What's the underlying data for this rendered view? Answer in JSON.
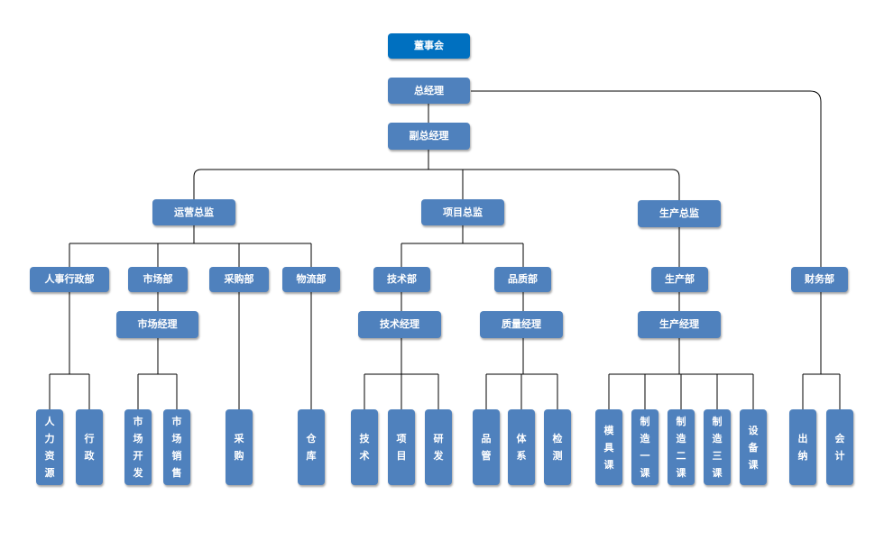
{
  "chart": {
    "board": "董事会",
    "gm": "总经理",
    "vgm": "副总经理",
    "ops_director": "运营总监",
    "project_director": "项目总监",
    "production_director": "生产总监",
    "finance_dept": "财务部",
    "hr_admin_dept": "人事行政部",
    "market_dept": "市场部",
    "purchase_dept": "采购部",
    "logistics_dept": "物流部",
    "tech_dept": "技术部",
    "quality_dept": "品质部",
    "production_dept": "生产部",
    "market_manager": "市场经理",
    "tech_manager": "技术经理",
    "quality_manager": "质量经理",
    "production_manager": "生产经理",
    "leaves": [
      "人力资源",
      "行政",
      "市场开发",
      "市场销售",
      "采购",
      "仓库",
      "技术",
      "项目",
      "研发",
      "品管",
      "体系",
      "检测",
      "模具课",
      "制造一课",
      "制造二课",
      "制造三课",
      "设备课",
      "出纳",
      "会计"
    ]
  }
}
